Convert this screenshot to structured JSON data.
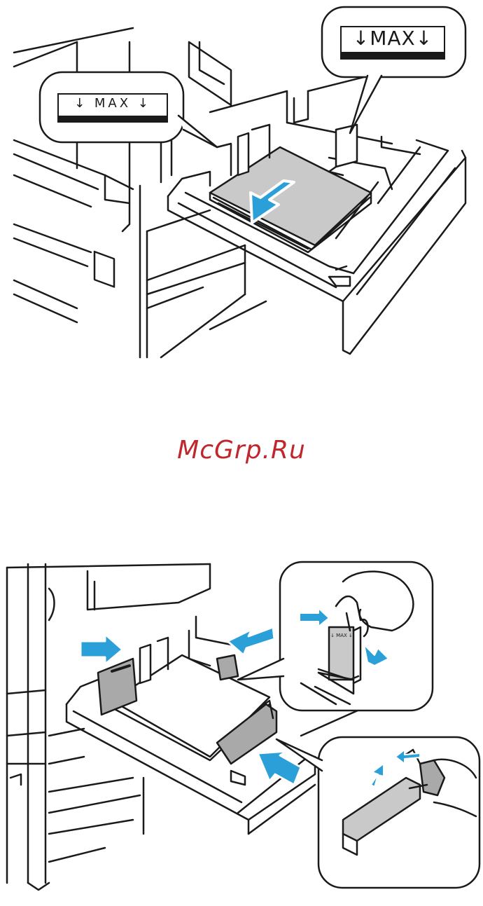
{
  "figure_top": {
    "callout_left_label": "↓ MAX ↓",
    "callout_right_label": "↓MAX↓"
  },
  "watermark": {
    "text": "McGrp.Ru",
    "color": "#c0272d"
  },
  "figure_bottom": {
    "guide_label": "↓ MAX ↓"
  },
  "colors": {
    "line": "#1a1a1a",
    "paper_gray": "#c9c9c9",
    "guide_gray": "#a9a9a9",
    "arrow_blue": "#2a9fd8"
  }
}
